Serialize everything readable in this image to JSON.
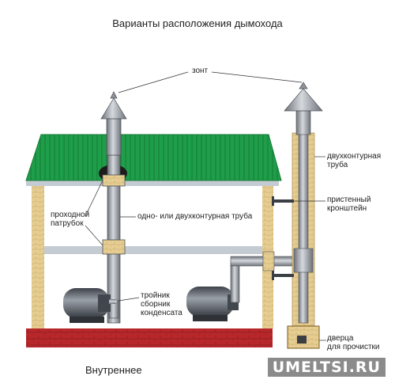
{
  "title": "Варианты расположения дымохода",
  "caption": "Внутреннее",
  "watermark": "UMELTSI.RU",
  "labels": {
    "zont": "зонт",
    "dvukhkonturnaya_line1": "двухконтурная",
    "dvukhkonturnaya_line2": "труба",
    "pristenny_line1": "пристенный",
    "pristenny_line2": "кронштейн",
    "prokhodnoy_line1": "проходной",
    "prokhodnoy_line2": "патрубок",
    "odno_ili": "одно- или двухконтурная труба",
    "troynik_line1": "тройник",
    "troynik_line2": "сборник",
    "troynik_line3": "конденсата",
    "dvertsa_line1": "дверца",
    "dvertsa_line2": "для прочистки"
  },
  "colors": {
    "roof": "#1f9e4a",
    "brick": "#e3c98e",
    "foundation": "#b8282b",
    "floor": "#c4cbd3",
    "pipe": "#8d9299",
    "stove": "#555a61"
  }
}
